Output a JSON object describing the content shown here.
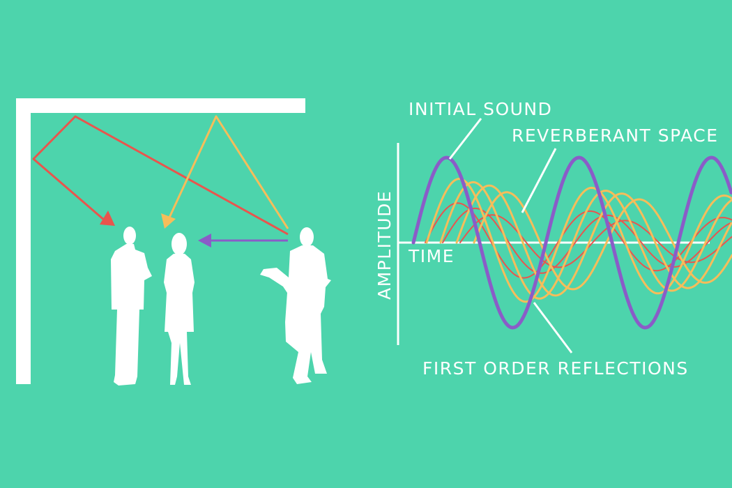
{
  "colors": {
    "background": "#4dd4ac",
    "white": "#ffffff",
    "direct": "#8a5cc8",
    "first_order": "#f6bd5a",
    "reverberant": "#e9554d"
  },
  "labels": {
    "initial_sound": "INITIAL SOUND",
    "reverberant_space": "REVERBERANT SPACE",
    "first_order_reflections": "FIRST ORDER REFLECTIONS",
    "amplitude": "AMPLITUDE",
    "time": "TIME"
  }
}
